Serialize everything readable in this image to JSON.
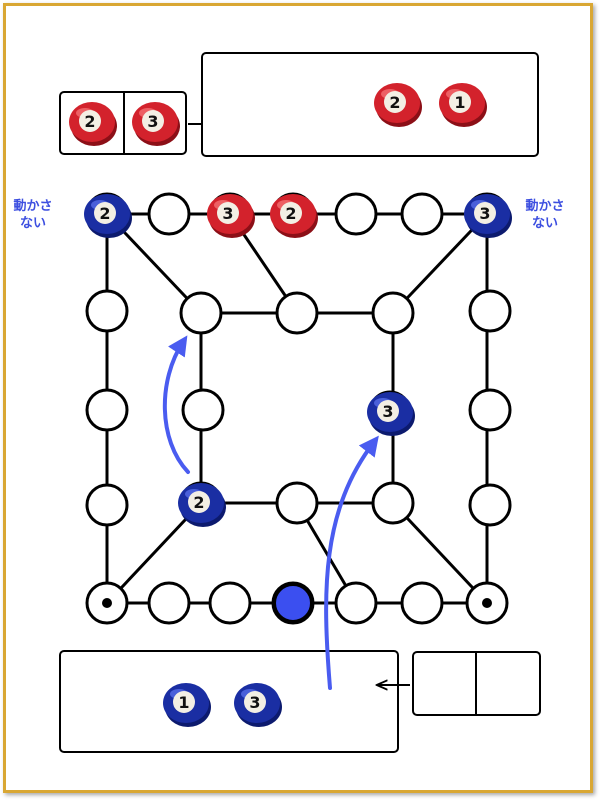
{
  "notes": {
    "left": "動かさない",
    "right": "動かさない"
  },
  "colors": {
    "red_piece": "#d3222c",
    "blue_piece": "#1a2ea3",
    "move_arrow": "#4a5cf0",
    "blue_marker": "#3b4ff0",
    "frame": "#d9a733",
    "line": "#000000"
  },
  "top_hand": {
    "slots": [
      "2",
      "3"
    ],
    "stock": [
      "2",
      "1"
    ],
    "piece_color": "red"
  },
  "bottom_hand": {
    "stock": [
      "1",
      "3"
    ],
    "slots": [
      "",
      ""
    ],
    "piece_color": "blue"
  },
  "board_pieces": [
    {
      "node": "top-0",
      "label": "2",
      "color": "blue"
    },
    {
      "node": "top-2",
      "label": "3",
      "color": "red"
    },
    {
      "node": "top-3",
      "label": "2",
      "color": "red"
    },
    {
      "node": "top-6",
      "label": "3",
      "color": "blue"
    },
    {
      "node": "inner-right-1",
      "label": "3",
      "color": "blue"
    },
    {
      "node": "inner-left-2",
      "label": "2",
      "color": "blue"
    }
  ],
  "markers": [
    {
      "node": "bottom-0",
      "type": "dot"
    },
    {
      "node": "bottom-6",
      "type": "dot"
    },
    {
      "node": "bottom-3",
      "type": "blue-filled"
    }
  ],
  "moves": [
    {
      "from": "inner-left-2",
      "to": "inner-left-0"
    },
    {
      "from": "bottom-hand",
      "to": "inner-right-1"
    }
  ]
}
